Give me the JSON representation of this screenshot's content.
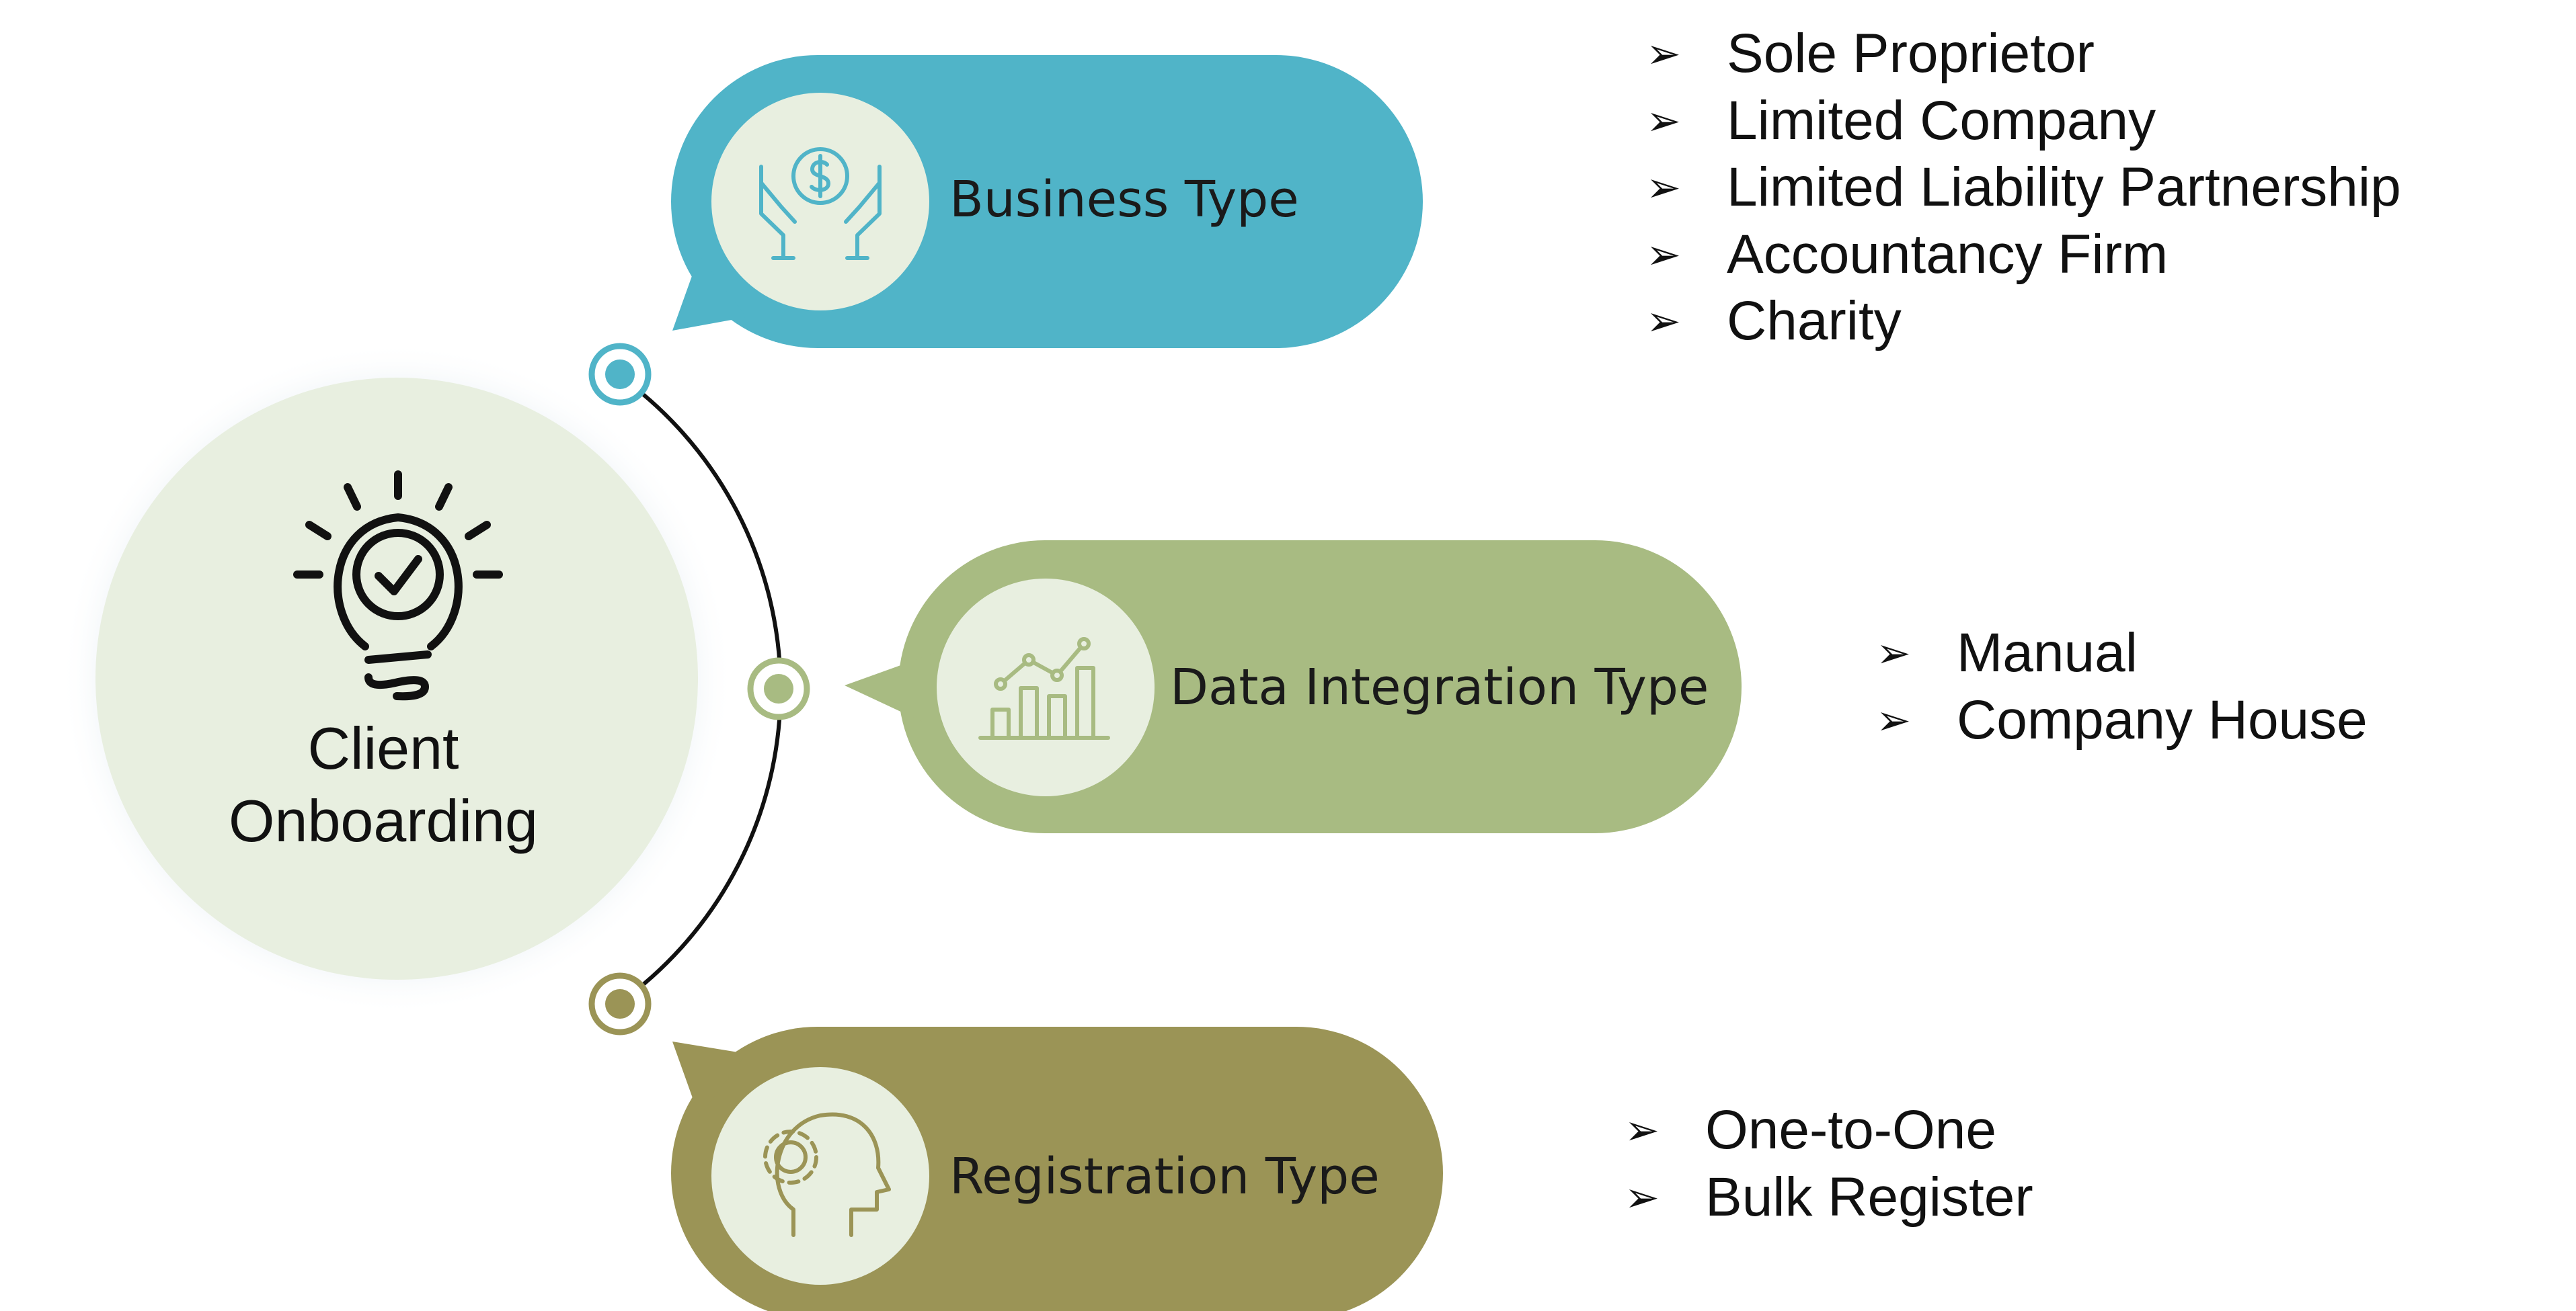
{
  "center": {
    "line1": "Client",
    "line2": "Onboarding",
    "icon": "lightbulb-check-icon",
    "fill": "#e8efe0"
  },
  "connector": {
    "color": "#111111"
  },
  "branches": [
    {
      "title": "Business Type",
      "icon": "money-hands-icon",
      "color": "#50b4c8",
      "items": [
        "Sole Proprietor",
        "Limited Company",
        "Limited Liability Partnership",
        "Accountancy Firm",
        "Charity"
      ]
    },
    {
      "title": "Data Integration Type",
      "icon": "growth-chart-icon",
      "color": "#a8bb82",
      "items": [
        "Manual",
        "Company House"
      ]
    },
    {
      "title": "Registration Type",
      "icon": "head-gear-icon",
      "color": "#9b9456",
      "items": [
        "One-to-One",
        "Bulk Register"
      ]
    }
  ]
}
